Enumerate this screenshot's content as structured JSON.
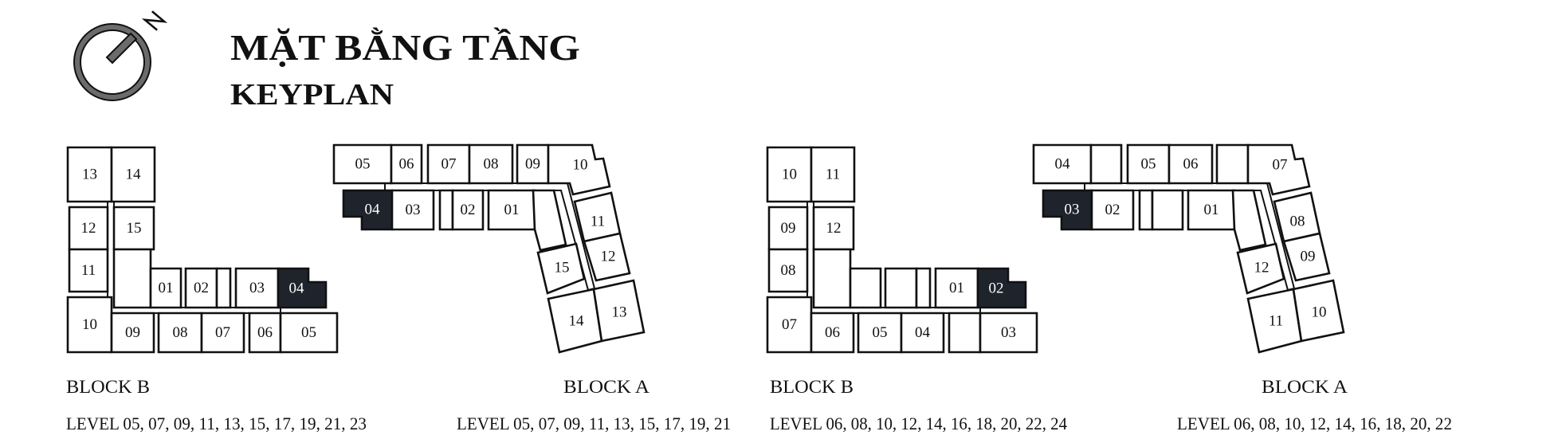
{
  "header": {
    "title": "MẶT BẰNG TẦNG",
    "subtitle": "KEYPLAN",
    "compass_label": "N"
  },
  "colors": {
    "highlight": "#1e232c",
    "line": "#111111",
    "compass": "#6b6b6b"
  },
  "plans": [
    {
      "block": "BLOCK B",
      "levels": "LEVEL 05, 07, 09, 11, 13, 15, 17, 19, 21, 23",
      "type": "B",
      "highlighted": "04",
      "units": [
        "13",
        "14",
        "12",
        "15",
        "11",
        "",
        "01",
        "02",
        "",
        "03",
        "04",
        "10",
        "09",
        "08",
        "07",
        "06",
        "05"
      ]
    },
    {
      "block": "BLOCK A",
      "levels": "LEVEL 05, 07, 09, 11, 13, 15, 17, 19, 21",
      "type": "A",
      "highlighted": "04",
      "units": [
        "05",
        "06",
        "07",
        "08",
        "09",
        "10",
        "04",
        "03",
        "",
        "02",
        "01",
        "",
        "15",
        "11",
        "12",
        "14",
        "13"
      ]
    },
    {
      "block": "BLOCK B",
      "levels": "LEVEL 06, 08, 10, 12, 14, 16, 18, 20, 22, 24",
      "type": "B",
      "highlighted": "02",
      "units": [
        "10",
        "11",
        "09",
        "12",
        "08",
        "",
        "",
        "",
        "",
        "01",
        "02",
        "07",
        "06",
        "05",
        "04",
        "",
        "03"
      ]
    },
    {
      "block": "BLOCK A",
      "levels": "LEVEL 06, 08, 10, 12, 14, 16, 18, 20, 22",
      "type": "A",
      "highlighted": "03",
      "units": [
        "04",
        "",
        "05",
        "06",
        "",
        "07",
        "03",
        "02",
        "",
        "",
        "01",
        "",
        "12",
        "08",
        "09",
        "11",
        "10"
      ]
    }
  ]
}
